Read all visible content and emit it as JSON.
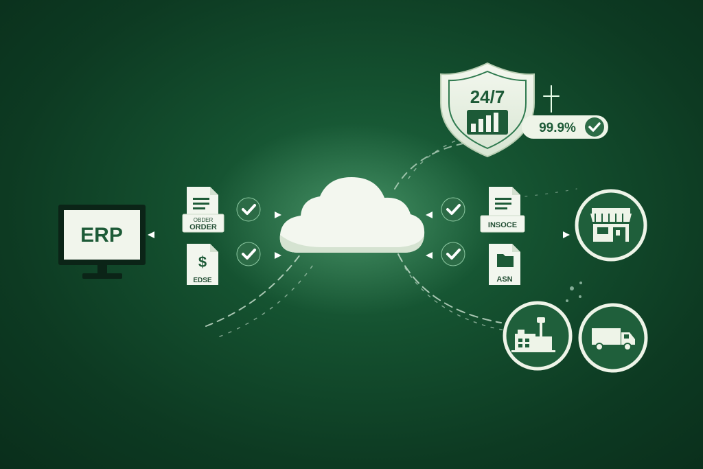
{
  "erp": {
    "label": "ERP"
  },
  "left_docs": {
    "order_top": "OBDER",
    "order_bottom": "ORDER",
    "invoice_symbol": "$",
    "invoice_label": "EDSE"
  },
  "right_docs": {
    "invoice_label": "INSOCE",
    "asn_label": "ASN"
  },
  "sla": {
    "availability": "24/7",
    "uptime": "99.9%"
  },
  "colors": {
    "background": "#0f4429",
    "accent": "#2f7a4f",
    "light": "#eef4e8",
    "dark_green": "#1d5a37"
  },
  "icons": [
    "monitor-icon",
    "document-icon",
    "dollar-icon",
    "check-icon",
    "cloud-icon",
    "shield-icon",
    "bar-chart-icon",
    "store-icon",
    "warehouse-icon",
    "truck-icon",
    "folder-icon"
  ]
}
